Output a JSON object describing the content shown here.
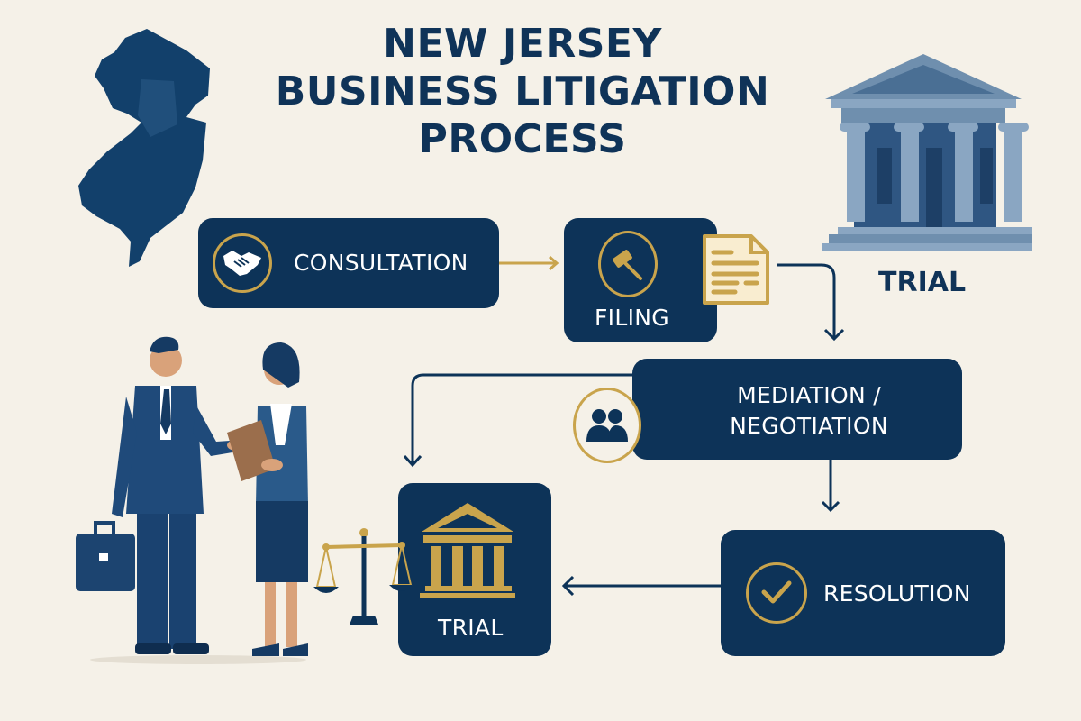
{
  "title": {
    "line1": "NEW JERSEY",
    "line2": "BUSINESS LITIGATION",
    "line3": "PROCESS"
  },
  "colors": {
    "navy": "#0d3358",
    "gold": "#c9a44c",
    "background": "#f5f1e8",
    "courthouse_blue": "#6f8fae"
  },
  "steps": [
    {
      "id": "consultation",
      "label": "CONSULTATION",
      "icon": "handshake-icon"
    },
    {
      "id": "filing",
      "label": "FILING",
      "icon": "gavel-icon",
      "side_icon": "document-icon"
    },
    {
      "id": "mediation",
      "label_line1": "MEDIATION /",
      "label_line2": "NEGOTIATION",
      "icon": "people-icon"
    },
    {
      "id": "resolution",
      "label": "RESOLUTION",
      "icon": "checkmark-icon"
    },
    {
      "id": "trial",
      "label": "TRIAL",
      "icon": "courthouse-icon",
      "side_icon": "scales-icon"
    }
  ],
  "courthouse_illustration": {
    "caption": "TRIAL"
  },
  "illustrations": [
    "new-jersey-map",
    "courthouse",
    "business-people"
  ]
}
